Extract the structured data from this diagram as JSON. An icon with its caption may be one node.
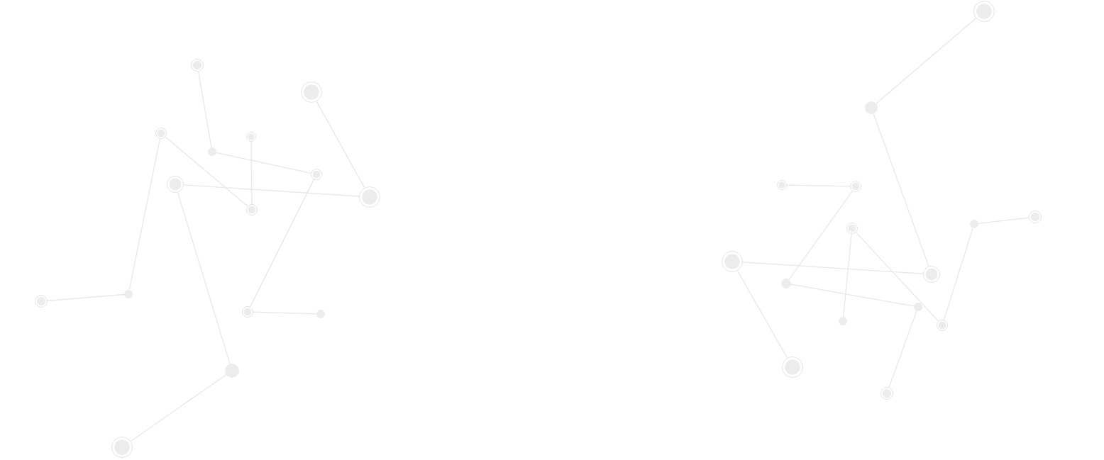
{
  "diagram": {
    "nodes": [
      {
        "text": [],
        "shape": "circle"
      },
      {
        "text": [],
        "shape": "circle"
      },
      {
        "text": [],
        "shape": "circle"
      },
      {
        "text": [],
        "shape": "circle"
      },
      {
        "text": [],
        "shape": "circle"
      },
      {
        "text": [],
        "shape": "circle"
      },
      {
        "text": [],
        "shape": "circle"
      },
      {
        "text": [],
        "shape": "circle"
      },
      {
        "text": [],
        "shape": "circle"
      },
      {
        "text": [],
        "shape": "circle"
      },
      {
        "text": [],
        "shape": "circle"
      },
      {
        "text": [],
        "shape": "circle"
      },
      {
        "text": [],
        "shape": "circle"
      },
      {
        "text": [],
        "shape": "circle"
      },
      {
        "text": [],
        "shape": "circle"
      },
      {
        "text": [],
        "shape": "circle"
      },
      {
        "text": [],
        "shape": "circle"
      },
      {
        "text": [],
        "shape": "circle"
      },
      {
        "text": [],
        "shape": "circle"
      },
      {
        "text": [],
        "shape": "circle"
      },
      {
        "text": [],
        "shape": "circle"
      },
      {
        "text": [],
        "shape": "circle"
      },
      {
        "text": [],
        "shape": "circle"
      },
      {
        "text": [],
        "shape": "circle"
      },
      {
        "text": [],
        "shape": "circle"
      },
      {
        "text": [],
        "shape": "circle"
      },
      {
        "text": [],
        "shape": "circle"
      },
      {
        "text": [],
        "shape": "circle"
      },
      {
        "text": [],
        "shape": "circle"
      },
      {
        "text": [],
        "shape": "circle"
      }
    ],
    "edges": [
      {
        "from": 5,
        "to": 6,
        "arrow": "none"
      },
      {
        "from": 6,
        "to": 12,
        "arrow": "none"
      },
      {
        "from": 3,
        "to": 10,
        "arrow": "none"
      },
      {
        "from": 9,
        "to": 10,
        "arrow": "none"
      },
      {
        "from": 11,
        "to": 14,
        "arrow": "none"
      },
      {
        "from": 4,
        "to": 14,
        "arrow": "none"
      },
      {
        "from": 12,
        "to": 8,
        "arrow": "none"
      },
      {
        "from": 8,
        "to": 13,
        "arrow": "none"
      },
      {
        "from": 3,
        "to": 2,
        "arrow": "none"
      },
      {
        "from": 2,
        "to": 0,
        "arrow": "none"
      },
      {
        "from": 4,
        "to": 7,
        "arrow": "none"
      },
      {
        "from": 7,
        "to": 1,
        "arrow": "none"
      },
      {
        "from": 28,
        "to": 22,
        "arrow": "none"
      },
      {
        "from": 22,
        "to": 25,
        "arrow": "none"
      },
      {
        "from": 16,
        "to": 21,
        "arrow": "none"
      },
      {
        "from": 21,
        "to": 17,
        "arrow": "none"
      },
      {
        "from": 15,
        "to": 25,
        "arrow": "none"
      },
      {
        "from": 15,
        "to": 18,
        "arrow": "none"
      },
      {
        "from": 20,
        "to": 26,
        "arrow": "none"
      },
      {
        "from": 20,
        "to": 19,
        "arrow": "none"
      },
      {
        "from": 17,
        "to": 24,
        "arrow": "none"
      },
      {
        "from": 24,
        "to": 23,
        "arrow": "none"
      },
      {
        "from": 26,
        "to": 27,
        "arrow": "none"
      },
      {
        "from": 27,
        "to": 29,
        "arrow": "none"
      }
    ]
  }
}
